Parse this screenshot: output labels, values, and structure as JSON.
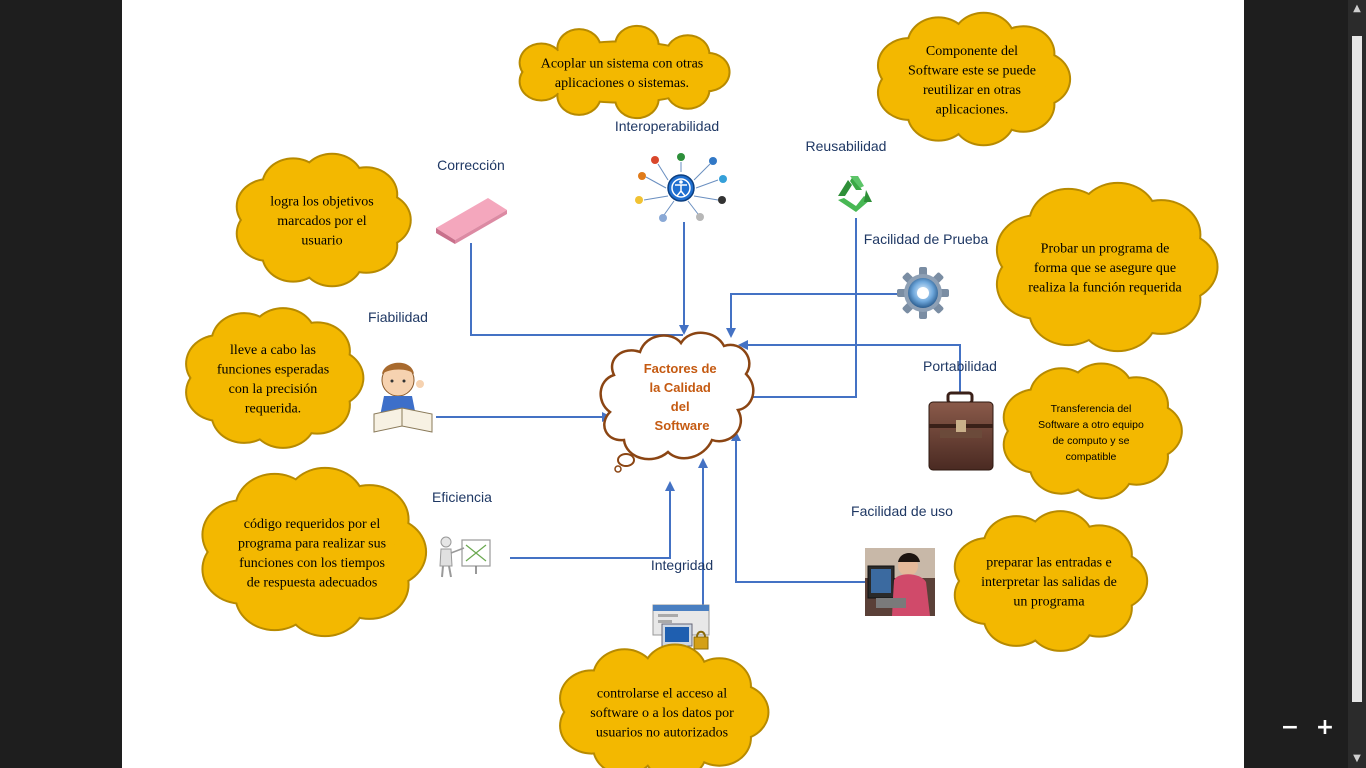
{
  "center": {
    "lines": [
      "Factores de",
      "la Calidad",
      "del",
      "Software"
    ]
  },
  "factors": {
    "interoperabilidad": "Interoperabilidad",
    "correccion": "Corrección",
    "reusabilidad": "Reusabilidad",
    "facilidad_prueba": "Facilidad de Prueba",
    "fiabilidad": "Fiabilidad",
    "portabilidad": "Portabilidad",
    "eficiencia": "Eficiencia",
    "facilidad_uso": "Facilidad de uso",
    "integridad": "Integridad"
  },
  "clouds": {
    "interoperabilidad": [
      "Acoplar un sistema con otras",
      "aplicaciones o sistemas."
    ],
    "reusabilidad": [
      "Componente del",
      "Software este se puede",
      "reutilizar en otras",
      "aplicaciones."
    ],
    "correccion": [
      "logra los objetivos",
      "marcados por el",
      "usuario"
    ],
    "facilidad_prueba": [
      "Probar un programa de",
      "forma que se asegure que",
      "realiza la función requerida"
    ],
    "fiabilidad": [
      "lleve a cabo las",
      "funciones esperadas",
      "con la precisión",
      "requerida."
    ],
    "portabilidad": [
      "Transferencia del",
      "Software a otro equipo",
      "de computo y se",
      "compatible"
    ],
    "eficiencia": [
      "código requeridos por el",
      "programa para realizar sus",
      "funciones con los tiempos",
      "de respuesta adecuados"
    ],
    "facilidad_uso": [
      "preparar las entradas e",
      "interpretar las salidas de",
      "un programa"
    ],
    "integridad": [
      "controlarse el acceso al",
      "software o a los datos por",
      "usuarios no autorizados"
    ]
  },
  "colors": {
    "cloud_fill": "#f3b800",
    "cloud_stroke": "#b78a00",
    "arrow": "#4472c4",
    "center_stroke": "#8b4513",
    "label": "#1f3864"
  },
  "icons": {
    "interoperabilidad": "network-accessibility-icon",
    "correccion": "eraser-icon",
    "reusabilidad": "recycle-icon",
    "facilidad_prueba": "gear-icon",
    "fiabilidad": "reading-child-icon",
    "portabilidad": "briefcase-icon",
    "eficiencia": "presenter-board-icon",
    "facilidad_uso": "child-computer-photo-icon",
    "integridad": "computer-security-icon"
  },
  "zoom": {
    "out": "−",
    "in": "+"
  }
}
